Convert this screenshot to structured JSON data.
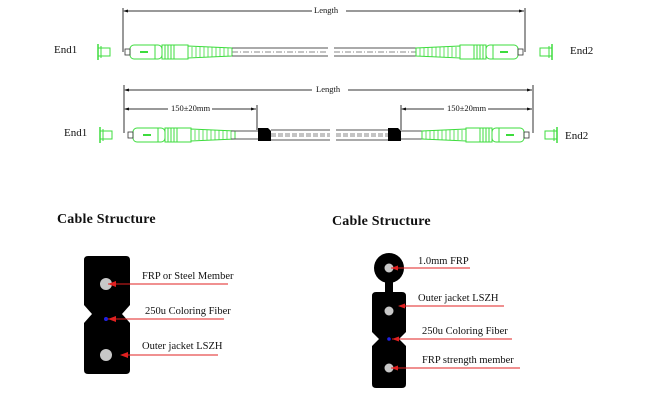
{
  "assembly_1": {
    "length_label": "Length",
    "end1_label": "End1",
    "end2_label": "End2"
  },
  "assembly_2": {
    "length_label": "Length",
    "left_offset_label": "150±20mm",
    "right_offset_label": "150±20mm",
    "end1_label": "End1",
    "end2_label": "End2"
  },
  "structure_left": {
    "title": "Cable Structure",
    "callouts": [
      "FRP or Steel Member",
      "250u Coloring Fiber",
      "Outer jacket LSZH"
    ]
  },
  "structure_right": {
    "title": "Cable Structure",
    "callouts": [
      "1.0mm FRP",
      "Outer jacket LSZH",
      "250u Coloring Fiber",
      "FRP strength member"
    ]
  },
  "colors": {
    "connector": "#3ddc3d",
    "cable_jacket": "#000000",
    "callout": "#e02020",
    "fiber": "#2020e0",
    "member": "#c8c8c8"
  }
}
